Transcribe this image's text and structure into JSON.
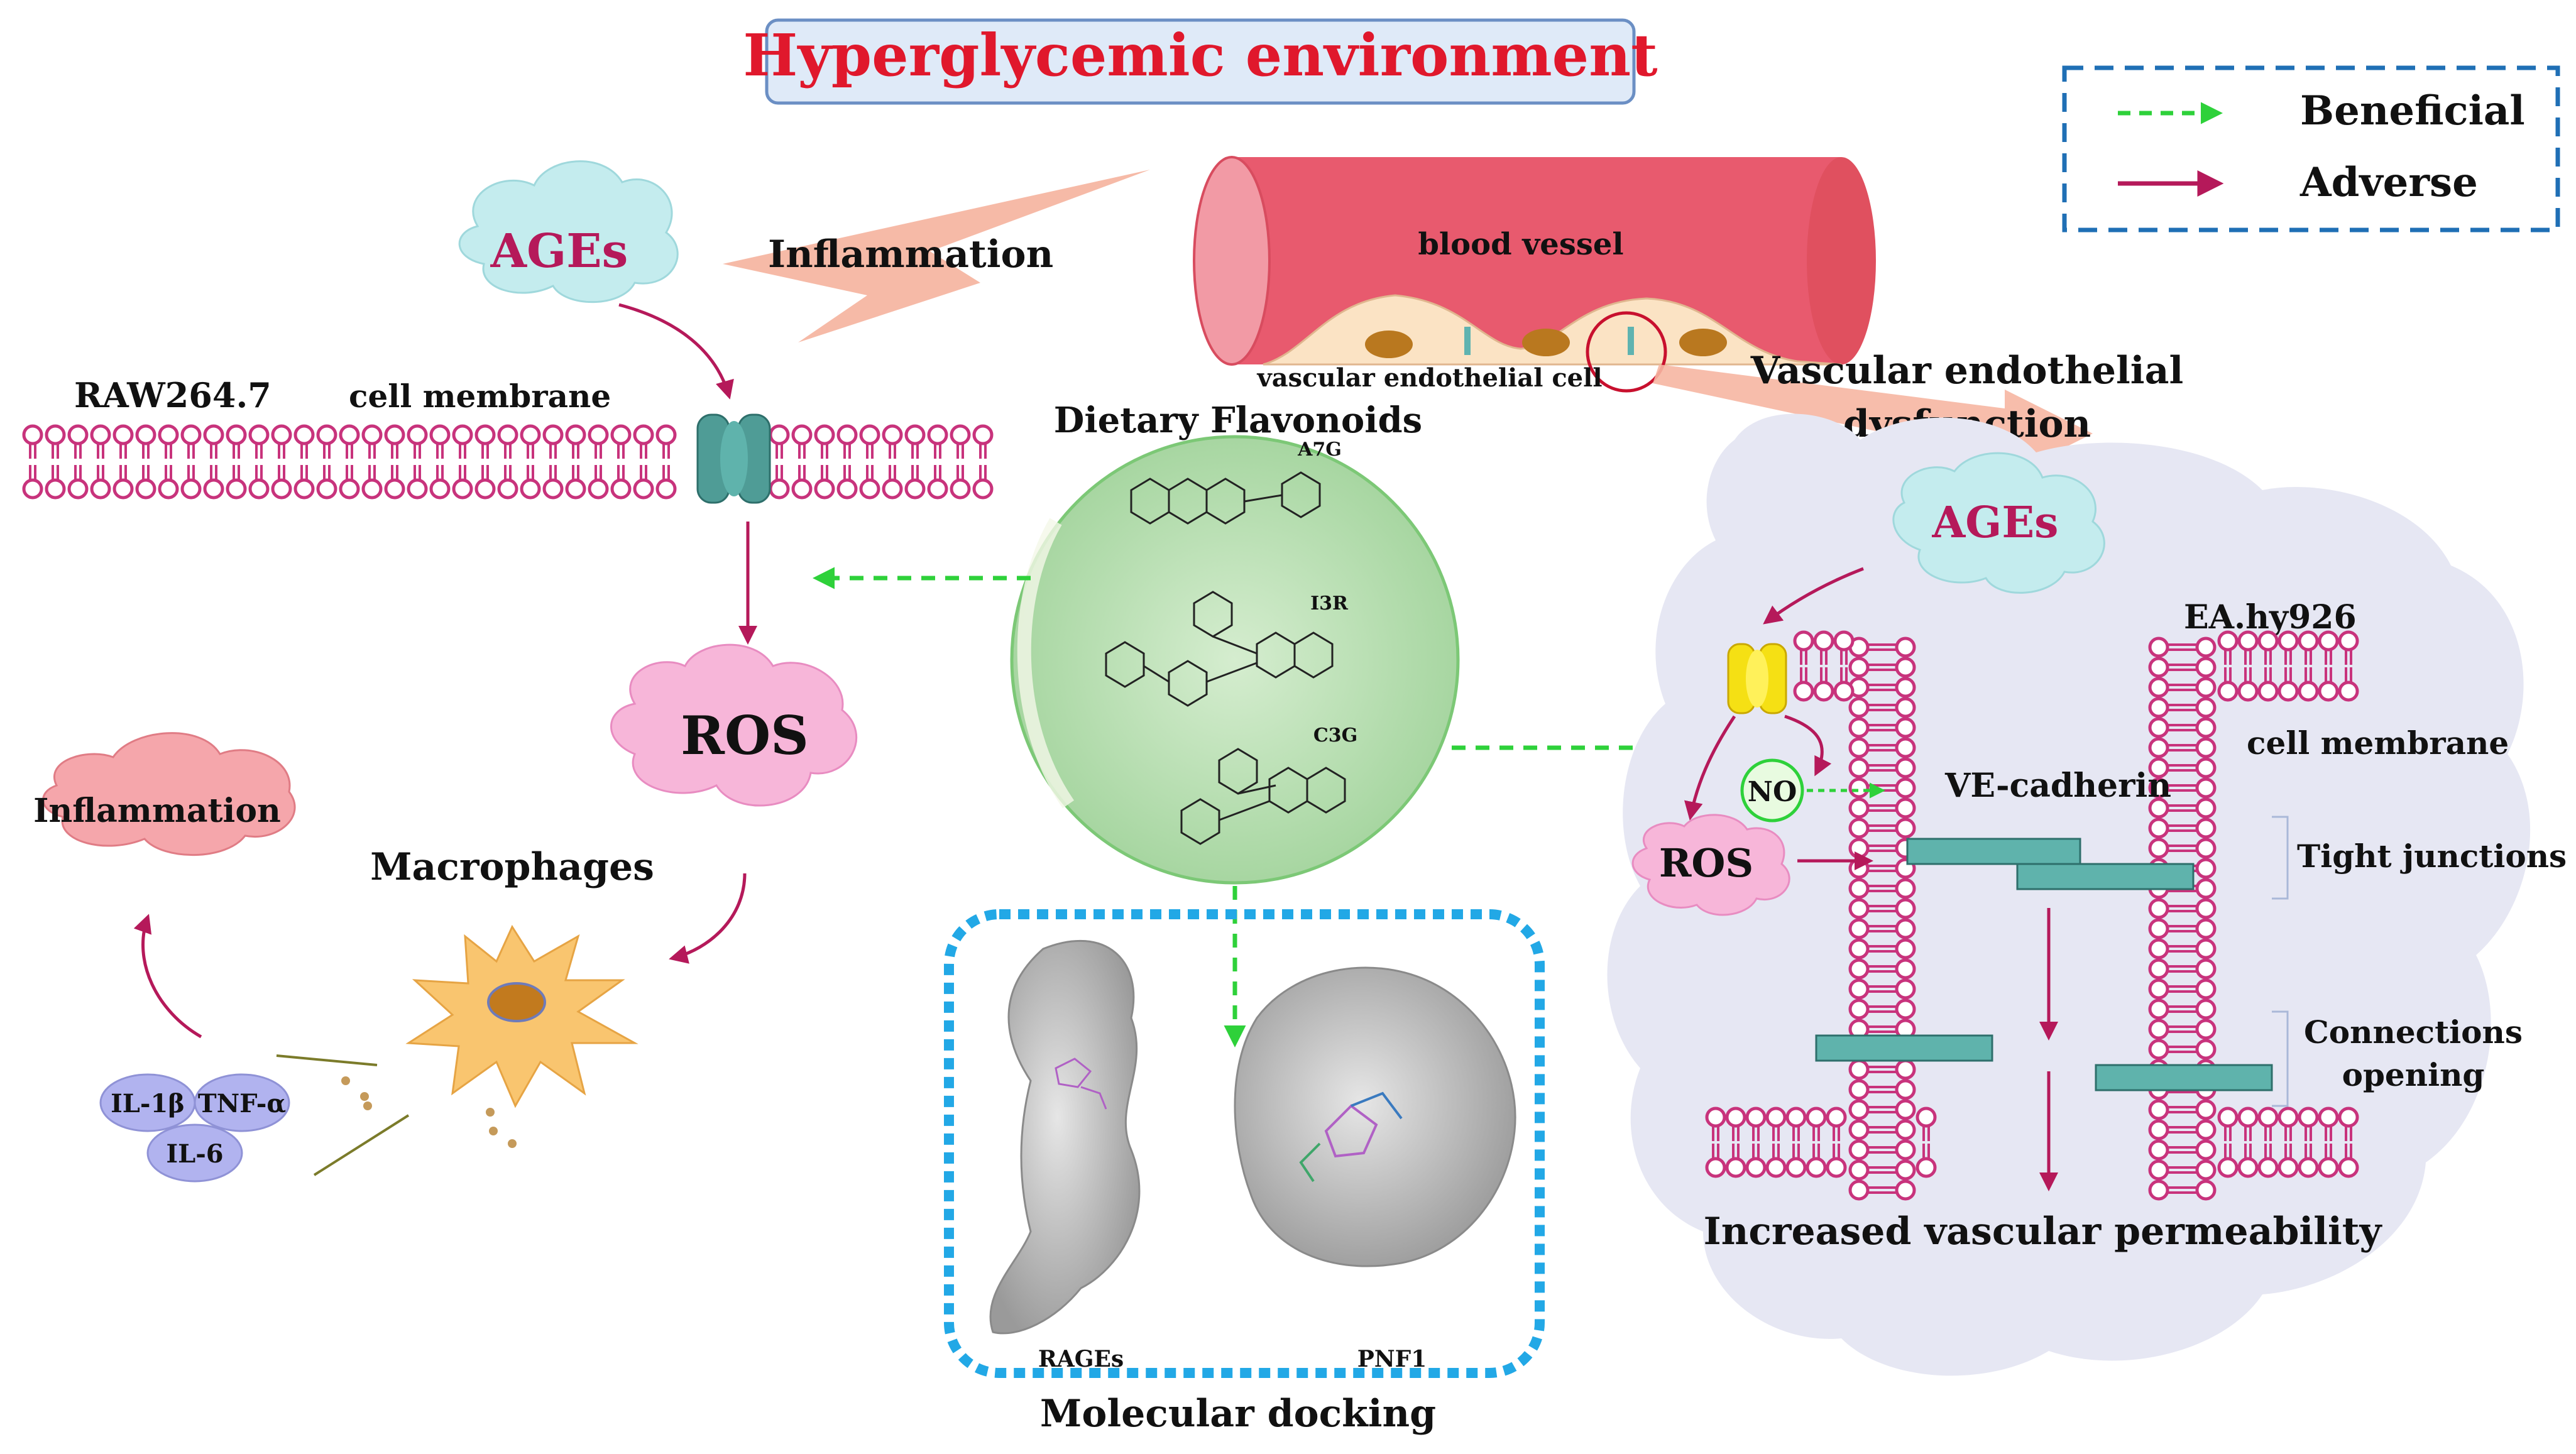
{
  "title": "Hyperglycemic environment",
  "legend": {
    "beneficial": "Beneficial",
    "adverse": "Adverse"
  },
  "top": {
    "inflammation": "Inflammation",
    "blood_vessel": "blood vessel",
    "vascular_endothelial_cell": "vascular endothelial cell",
    "vascular_endothelial_dysfunction_line1": "Vascular endothelial",
    "vascular_endothelial_dysfunction_line2": "dysfunction"
  },
  "left": {
    "ages": "AGEs",
    "raw": "RAW264.7",
    "cell_membrane": "cell membrane",
    "ros": "ROS",
    "inflammation": "Inflammation",
    "macrophages": "Macrophages",
    "il1b": "IL-1β",
    "tnfa": "TNF-α",
    "il6": "IL-6"
  },
  "center": {
    "dietary_flavonoids": "Dietary Flavonoids",
    "a7g": "A7G",
    "i3r": "I3R",
    "c3g": "C3G",
    "rages": "RAGEs",
    "pnf1": "PNF1",
    "molecular_docking": "Molecular docking"
  },
  "right": {
    "ages": "AGEs",
    "ea": "EA.hy926",
    "cell_membrane": "cell membrane",
    "no": "NO",
    "ve_cadherin": "VE-cadherin",
    "ros": "ROS",
    "tight_junctions": "Tight junctions",
    "connections_line1": "Connections",
    "connections_line2": "opening",
    "increased_permeability": "Increased vascular permeability"
  },
  "colors": {
    "title_red": "#e0182c",
    "adverse": "#b5195a",
    "beneficial": "#2ed13a",
    "lipid": "#c8337c",
    "vessel": "#e85a6e",
    "docking_border": "#22a8e6",
    "cytoplasm": "#e6e7f3"
  }
}
